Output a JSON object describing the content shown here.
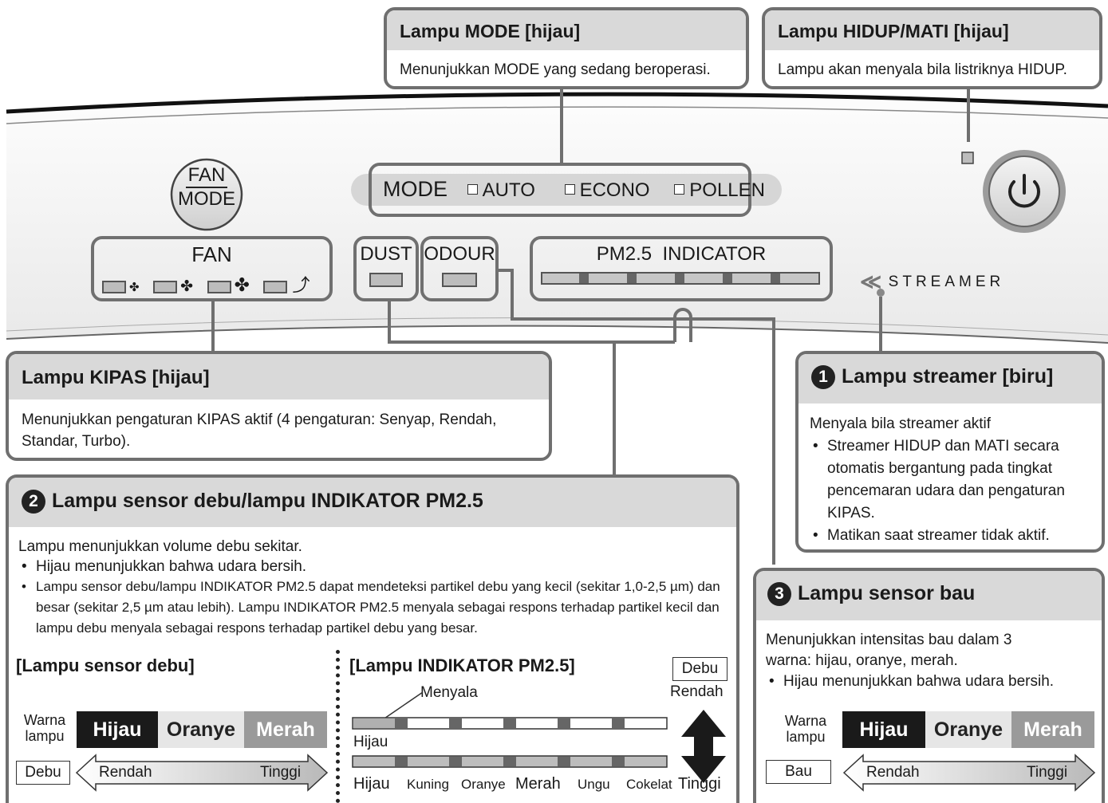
{
  "callouts": {
    "mode": {
      "title": "Lampu MODE [hijau]",
      "body": "Menunjukkan MODE yang sedang beroperasi."
    },
    "power": {
      "title": "Lampu HIDUP/MATI [hijau]",
      "body": "Lampu akan menyala bila listriknya HIDUP."
    },
    "fan": {
      "title": "Lampu KIPAS [hijau]",
      "body": "Menunjukkan pengaturan KIPAS aktif (4 pengaturan: Senyap, Rendah, Standar, Turbo)."
    },
    "streamer": {
      "number": "1",
      "title": "Lampu streamer [biru]",
      "intro": "Menyala bila streamer aktif",
      "bullets": [
        "Streamer HIDUP dan MATI secara otomatis bergantung pada tingkat pencemaran udara dan pengaturan KIPAS.",
        "Matikan saat streamer tidak aktif."
      ]
    },
    "dust": {
      "number": "2",
      "title": "Lampu sensor debu/lampu INDIKATOR PM2.5",
      "intro": "Lampu menunjukkan volume debu sekitar.",
      "bullets": [
        "Hijau menunjukkan bahwa udara bersih.",
        "Lampu sensor debu/lampu INDIKATOR PM2.5 dapat mendeteksi partikel debu yang kecil (sekitar 1,0-2,5 µm) dan besar (sekitar 2,5 µm atau lebih). Lampu INDIKATOR PM2.5 menyala sebagai respons terhadap partikel kecil dan lampu debu menyala sebagai respons terhadap partikel debu yang besar."
      ]
    },
    "odour": {
      "number": "3",
      "title": "Lampu sensor bau",
      "intro": "Menunjukkan intensitas bau dalam 3 warna: hijau, oranye, merah.",
      "bullets": [
        "Hijau menunjukkan bahwa udara bersih."
      ]
    }
  },
  "panel": {
    "fan_mode_top": "FAN",
    "fan_mode_bottom": "MODE",
    "mode_label": "MODE",
    "mode_options": [
      "AUTO",
      "ECONO",
      "POLLEN"
    ],
    "fan_label": "FAN",
    "dust_label": "DUST",
    "odour_label": "ODOUR",
    "pm_label": "PM2.5  INDICATOR",
    "streamer_label": "STREAMER",
    "power_icon": "power-icon"
  },
  "dust_sensor": {
    "title": "[Lampu sensor debu]",
    "lamp_label": "Warna\nlampu",
    "colors": [
      "Hijau",
      "Oranye",
      "Merah"
    ],
    "axis_label": "Debu",
    "low": "Rendah",
    "high": "Tinggi"
  },
  "pm_indicator": {
    "title": "[Lampu INDIKATOR PM2.5]",
    "lit_label": "Menyala",
    "first_label": "Hijau",
    "scale": [
      "Hijau",
      "Kuning",
      "Oranye",
      "Merah",
      "Ungu",
      "Cokelat"
    ],
    "axis_label": "Debu",
    "low": "Rendah",
    "high": "Tinggi"
  },
  "odour_sensor": {
    "lamp_label": "Warna\nlampu",
    "colors": [
      "Hijau",
      "Oranye",
      "Merah"
    ],
    "axis_label": "Bau",
    "low": "Rendah",
    "high": "Tinggi"
  },
  "colors": {
    "black_cell": "#1a1a1a",
    "grey_light": "#e6e6e6",
    "grey_dark": "#9a9a9a",
    "outline": "#6f6f6f",
    "header": "#d9d9d9"
  }
}
